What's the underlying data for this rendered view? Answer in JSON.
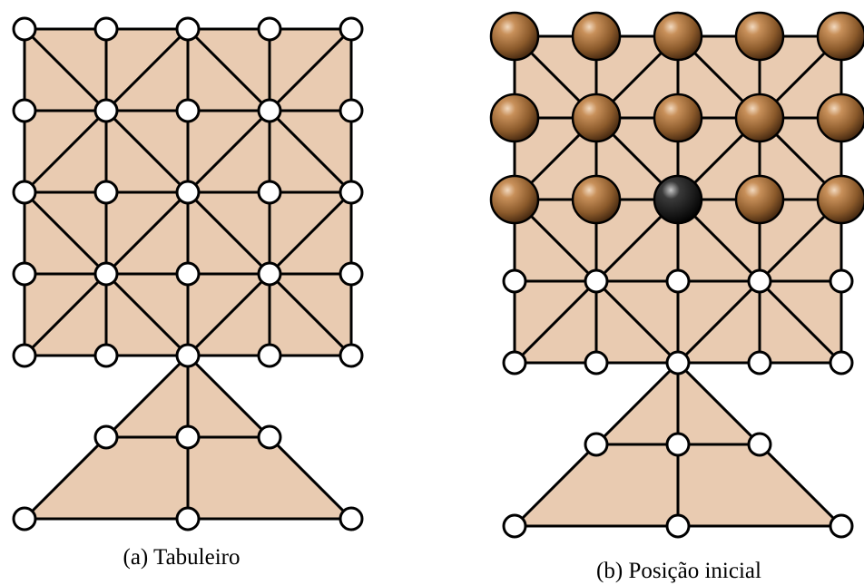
{
  "panels": [
    {
      "id": "a",
      "caption": "(a) Tabuleiro",
      "pieces": {}
    },
    {
      "id": "b",
      "caption": "(b) Posição inicial",
      "pieces": {
        "brown": [
          [
            0,
            0
          ],
          [
            1,
            0
          ],
          [
            2,
            0
          ],
          [
            3,
            0
          ],
          [
            4,
            0
          ],
          [
            0,
            1
          ],
          [
            1,
            1
          ],
          [
            2,
            1
          ],
          [
            3,
            1
          ],
          [
            4,
            1
          ],
          [
            0,
            2
          ],
          [
            1,
            2
          ],
          [
            3,
            2
          ],
          [
            4,
            2
          ]
        ],
        "black": [
          [
            2,
            2
          ]
        ]
      }
    }
  ],
  "colors": {
    "board_fill": "#E9CBB1",
    "line": "#000000",
    "empty_point": "#FFFFFF",
    "brown_piece": "#8B5A2B",
    "black_piece": "#000000"
  }
}
